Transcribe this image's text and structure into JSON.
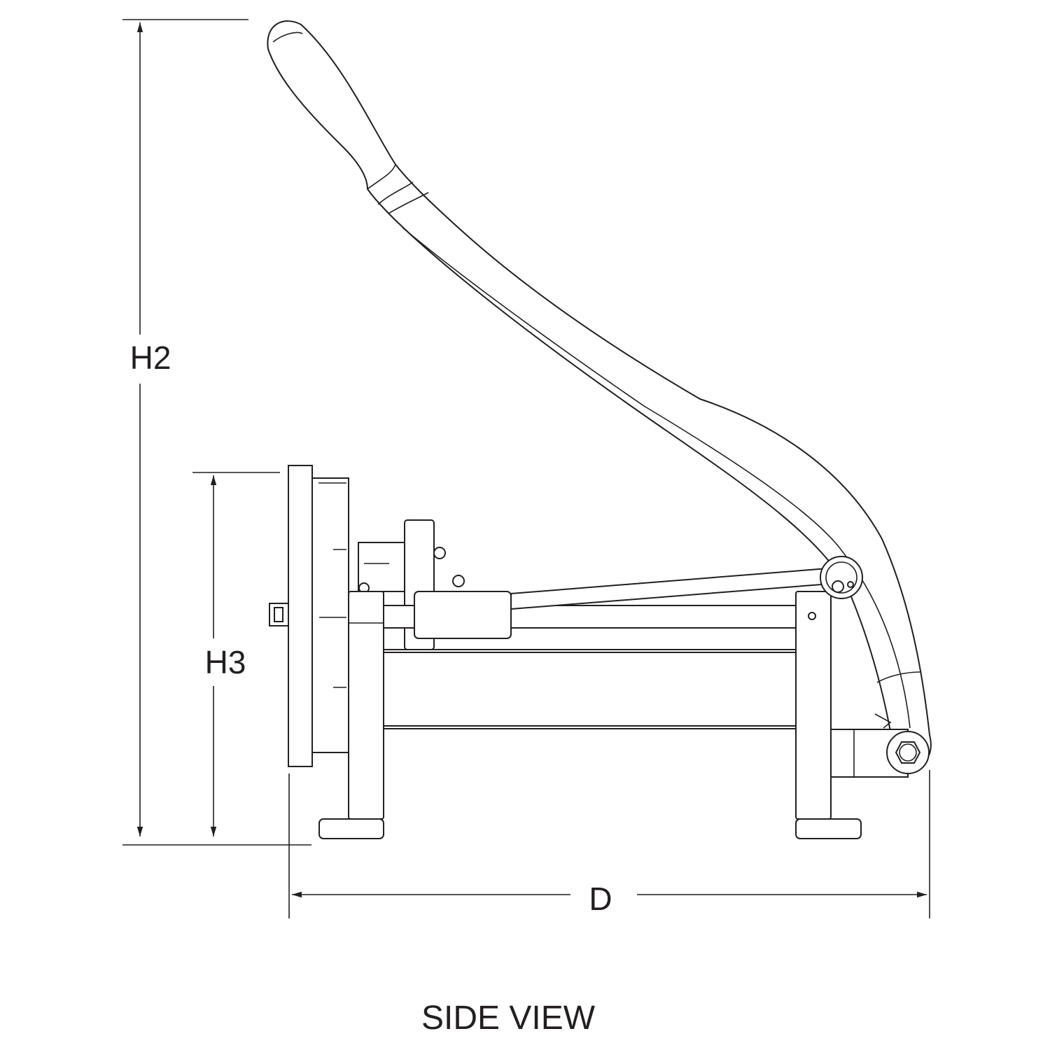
{
  "caption": "SIDE VIEW",
  "dimensions": {
    "h2": "H2",
    "h3": "H3",
    "d": "D"
  },
  "colors": {
    "line": "#231f20",
    "background": "#ffffff"
  }
}
